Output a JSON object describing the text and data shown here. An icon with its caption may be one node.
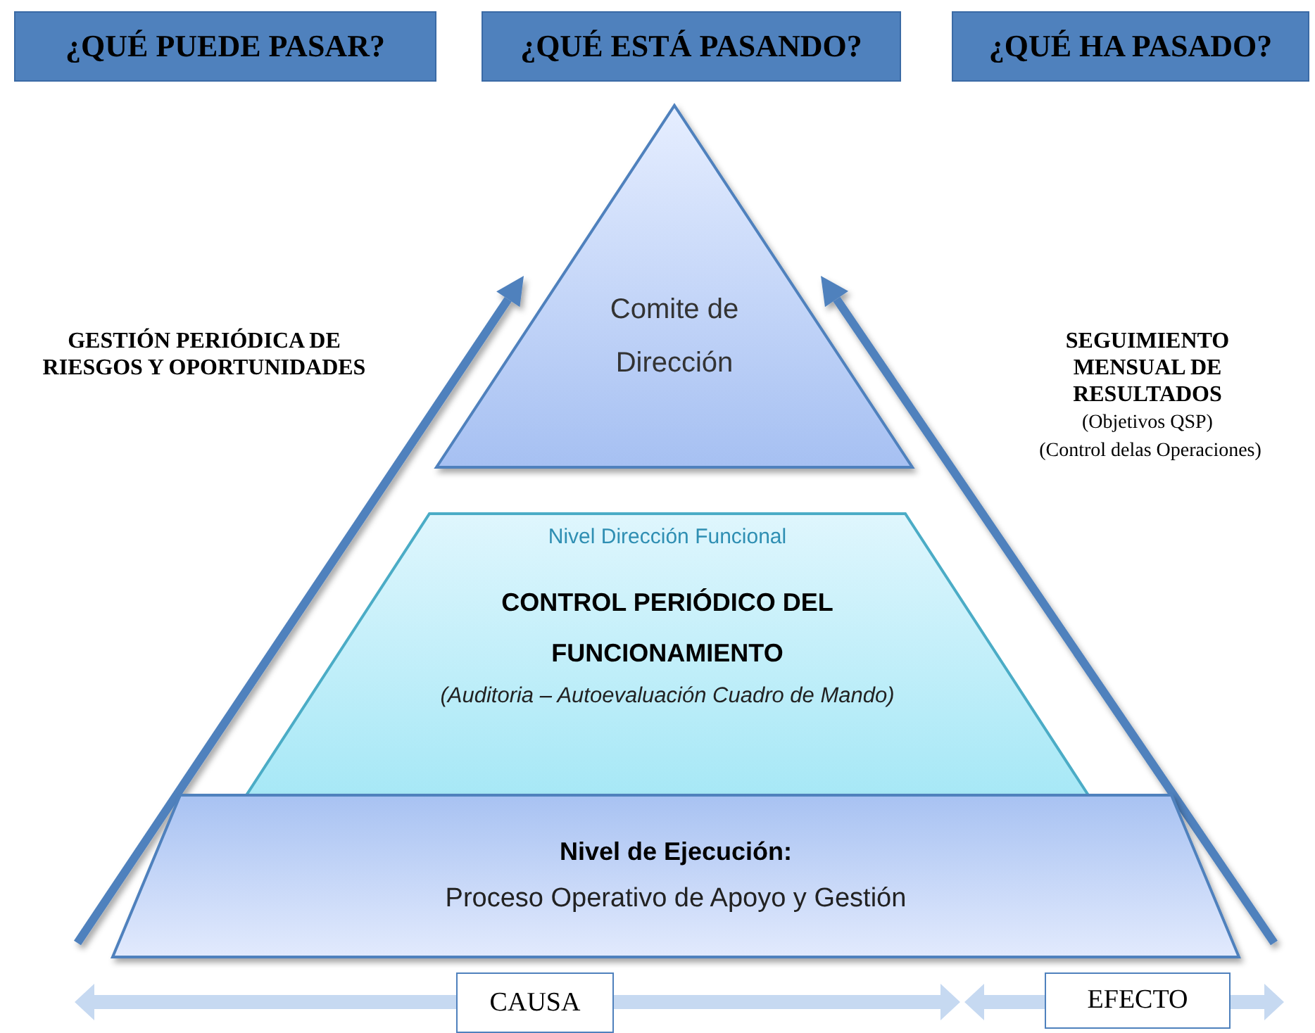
{
  "diagram": {
    "nodes": [
      {
        "text": [
          "¿QUÉ PUEDE PASAR?"
        ]
      },
      {
        "text": [
          "¿QUÉ ESTÁ PASANDO?"
        ]
      },
      {
        "text": [
          "¿QUÉ HA PASADO?"
        ]
      },
      {
        "text": [
          "Comite de Dirección"
        ]
      },
      {
        "text": [
          "Nivel Dirección Funcional",
          "CONTROL PERIÓDICO DEL FUNCIONAMIENTO",
          "(Auditoria – Autoevaluación Cuadro de Mando)"
        ]
      },
      {
        "text": [
          "Nivel de Ejecución:",
          "Proceso Operativo de Apoyo y Gestión"
        ]
      },
      {
        "text": [
          "CAUSA"
        ]
      },
      {
        "text": [
          "EFECTO"
        ]
      }
    ],
    "labels": [
      "GESTIÓN PERIÓDICA DE RIESGOS Y OPORTUNIDADES",
      "SEGUIMIENTO MENSUAL DE RESULTADOS",
      "(Objetivos QSP)",
      "(Control delas Operaciones)"
    ]
  }
}
